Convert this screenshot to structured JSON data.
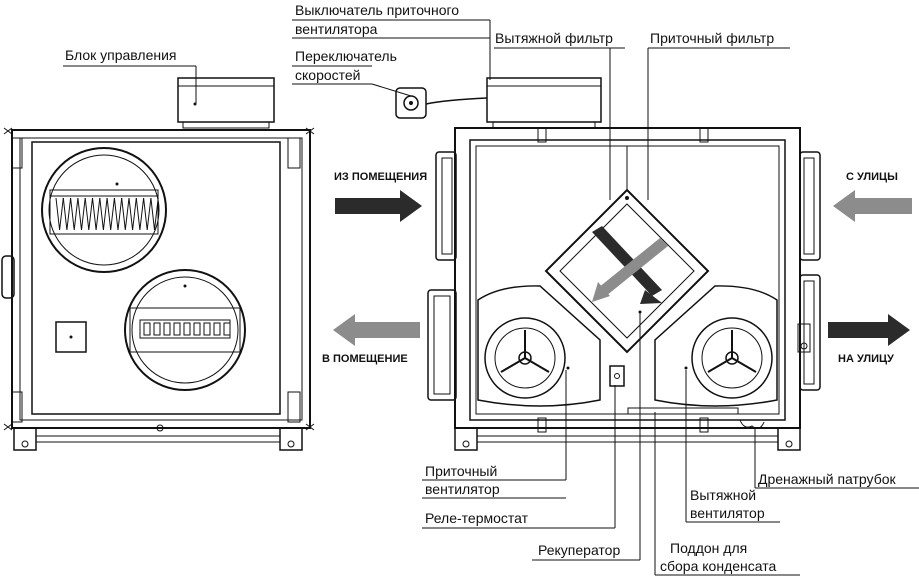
{
  "labels": {
    "control_unit": "Блок управления",
    "fan_switch_1": "Выключатель приточного",
    "fan_switch_2": "вентилятора",
    "speed_switch_1": "Переключатель",
    "speed_switch_2": "скоростей",
    "exhaust_filter": "Вытяжной фильтр",
    "supply_filter": "Приточный фильтр",
    "supply_fan_1": "Приточный",
    "supply_fan_2": "вентилятор",
    "thermostat": "Реле-термостат",
    "recuperator": "Рекуператор",
    "drain": "Дренажный патрубок",
    "exhaust_fan_1": "Вытяжной",
    "exhaust_fan_2": "вентилятор",
    "tray_1": "Поддон для",
    "tray_2": "сбора конденсата"
  },
  "flows": {
    "from_room": "ИЗ ПОМЕЩЕНИЯ",
    "to_room": "В ПОМЕЩЕНИЕ",
    "from_street": "С УЛИЦЫ",
    "to_street": "НА УЛИЦУ"
  },
  "colors": {
    "line": "#111111",
    "dark_arrow": "#2b2b2b",
    "gray_arrow": "#8c8c8c",
    "panel": "#ffffff"
  }
}
